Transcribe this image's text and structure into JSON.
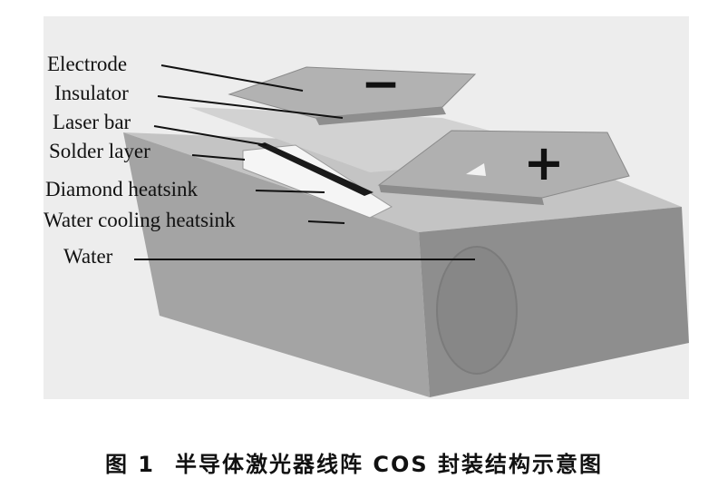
{
  "figure": {
    "labels": {
      "electrode": "Electrode",
      "insulator": "Insulator",
      "laser_bar": "Laser bar",
      "solder_layer": "Solder layer",
      "diamond_heatsink": "Diamond heatsink",
      "water_cooling_heatsink": "Water cooling heatsink",
      "water": "Water"
    },
    "symbols": {
      "minus": "−",
      "plus": "+"
    }
  },
  "caption": {
    "number": "图 1",
    "text": "半导体激光器线阵 COS 封装结构示意图"
  }
}
